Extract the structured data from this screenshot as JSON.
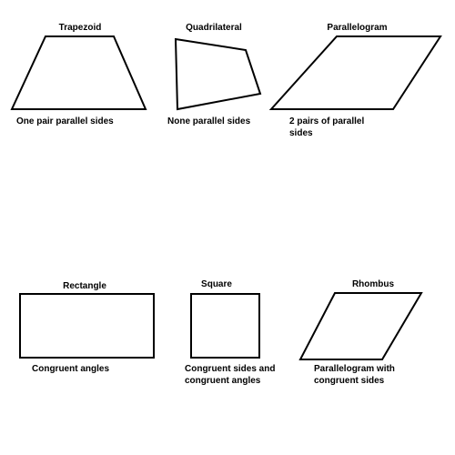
{
  "colors": {
    "stroke": "#000000",
    "text": "#000000",
    "background": "#ffffff"
  },
  "shapes": {
    "trapezoid": {
      "name": "Trapezoid",
      "description": "One pair parallel sides"
    },
    "quadrilateral": {
      "name": "Quadrilateral",
      "description": "None parallel sides"
    },
    "parallelogram": {
      "name": "Parallelogram",
      "description_line1": "2 pairs of parallel",
      "description_line2": "sides"
    },
    "rectangle": {
      "name": "Rectangle",
      "description": "Congruent angles"
    },
    "square": {
      "name": "Square",
      "description_line1": "Congruent sides and",
      "description_line2": "congruent angles"
    },
    "rhombus": {
      "name": "Rhombus",
      "description_line1": "Parallelogram with",
      "description_line2": "congruent sides"
    }
  }
}
